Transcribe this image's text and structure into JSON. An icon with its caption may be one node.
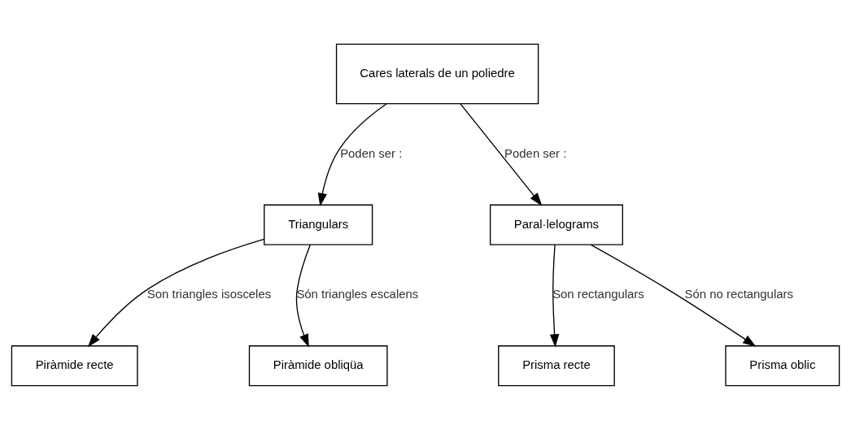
{
  "diagram": {
    "nodes": [
      {
        "text": [
          "Cares laterals de un poliedre"
        ]
      },
      {
        "text": [
          "Triangulars"
        ]
      },
      {
        "text": [
          "Paral·lelograms"
        ]
      },
      {
        "text": [
          "Piràmide recte"
        ]
      },
      {
        "text": [
          "Piràmide obliqüa"
        ]
      },
      {
        "text": [
          "Prisma recte"
        ]
      },
      {
        "text": [
          "Prisma oblic"
        ]
      }
    ],
    "edges": [
      {
        "from": 0,
        "to": 1,
        "arrow": "to",
        "label": "Poden ser :"
      },
      {
        "from": 0,
        "to": 2,
        "arrow": "to",
        "label": "Poden ser :"
      },
      {
        "from": 1,
        "to": 3,
        "arrow": "to",
        "label": "Son triangles isosceles"
      },
      {
        "from": 1,
        "to": 4,
        "arrow": "to",
        "label": "Són triangles escalens"
      },
      {
        "from": 2,
        "to": 5,
        "arrow": "to",
        "label": "Son rectangulars"
      },
      {
        "from": 2,
        "to": 6,
        "arrow": "to",
        "label": "Són no rectangulars"
      }
    ]
  }
}
